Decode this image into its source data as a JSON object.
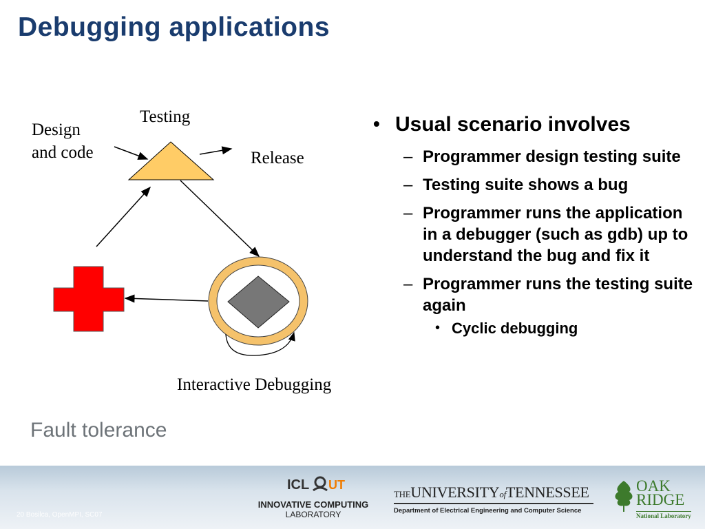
{
  "slide": {
    "title": "Debugging applications",
    "fault_tolerance": "Fault tolerance"
  },
  "diagram": {
    "testing_label": "Testing",
    "design_line1": "Design",
    "design_line2": "and code",
    "release_label": "Release",
    "interactive_label": "Interactive Debugging",
    "colors": {
      "triangle": "#ffcc66",
      "cross": "#ff0000",
      "ring": "#f5c26b",
      "diamond": "#777777"
    }
  },
  "bullets": {
    "main": "Usual scenario involves",
    "sub": [
      "Programmer design testing suite",
      "Testing suite shows a bug",
      "Programmer runs the application in a debugger (such as gdb) up to understand the bug and fix it",
      "Programmer runs the testing suite again"
    ],
    "subsub": "Cyclic debugging"
  },
  "footer": {
    "note": "20 Bosilca, OpenMPI, SC07",
    "icl_name": "INNOVATIVE COMPUTING",
    "icl_lab": "LABORATORY",
    "utk_the": "THE",
    "utk_university": "UNIVERSITY",
    "utk_of": "of",
    "utk_tennessee": "TENNESSEE",
    "utk_dept": "Department of Electrical Engineering and Computer Science",
    "ornl_oak": "OAK",
    "ornl_ridge": "RIDGE",
    "ornl_lab": "National Laboratory"
  }
}
